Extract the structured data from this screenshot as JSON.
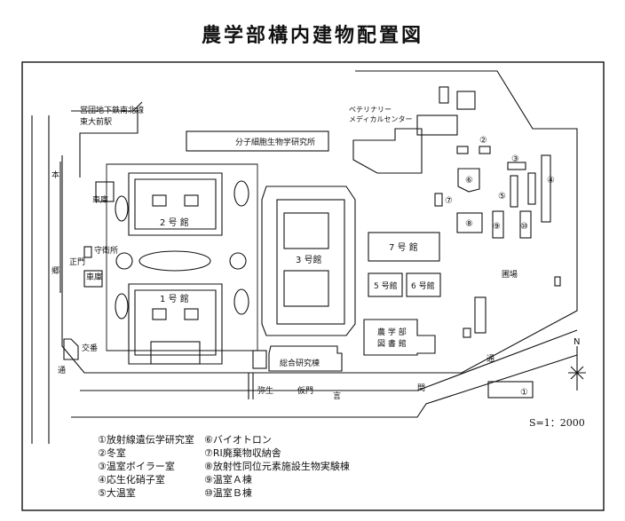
{
  "title": "農学部構内建物配置図",
  "labels": {
    "subway": [
      "営団地下鉄南北線",
      "東大前駅"
    ],
    "hongo": [
      "本",
      "郷"
    ],
    "dori_left": "通",
    "garage1": "車庫",
    "garage2": "車庫",
    "guard": "守衛所",
    "main_gate": "正門",
    "koban": "交番",
    "bldg2": "2 号 館",
    "bldg1": "1 号 館",
    "bldg3": "3 号館",
    "bldg7": "7 号 館",
    "bldg5": "5 号館",
    "bldg6": "6 号館",
    "library": [
      "農 学 部",
      "図 書 館"
    ],
    "molecular": "分子細胞生物学研究所",
    "veterinary": [
      "ベテリナリー",
      "メディカルセンター"
    ],
    "sogo": "総合研究棟",
    "yayoi": "弥生",
    "kamon": "仮門",
    "kotoi": "言",
    "ton": "問",
    "dori_right": "通",
    "field": "圃場",
    "north": "N"
  },
  "markers": [
    "①",
    "②",
    "③",
    "④",
    "⑤",
    "⑥",
    "⑦",
    "⑧",
    "⑨",
    "⑩"
  ],
  "scale": "S=1：2000",
  "legend_left": [
    "①放射線遺伝学研究室",
    "②冬室",
    "③温室ボイラー室",
    "④応生化硝子室",
    "⑤大温室"
  ],
  "legend_right": [
    "⑥バイオトロン",
    "⑦RI廃棄物収納舎",
    "⑧放射性同位元素施設生物実験棟",
    "⑨温室Ａ棟",
    "⑩温室Ｂ棟"
  ]
}
